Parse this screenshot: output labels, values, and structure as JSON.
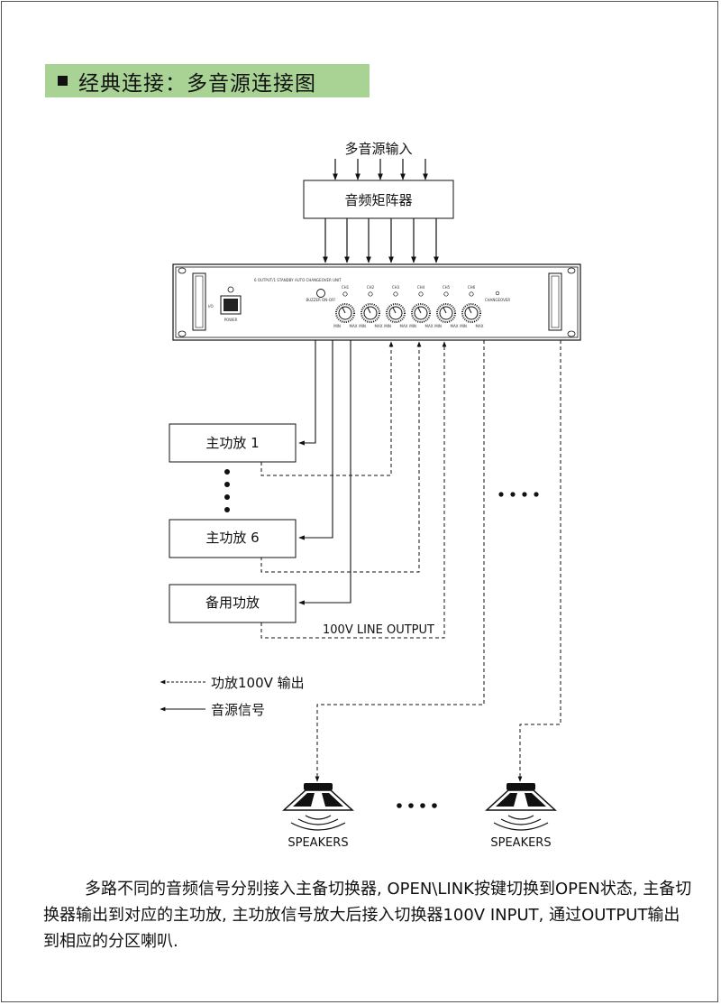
{
  "title": "经典连接：多音源连接图",
  "diagram": {
    "input_label": "多音源输入",
    "matrix_label": "音频矩阵器",
    "device": {
      "model_text": "6 OUTPUT/1 STANDBY AUTO CHANGEOVER UNIT",
      "buzzer_label": "BUZZER ON-OFF",
      "power_label": "POWER",
      "changeover_label": "CHANGEOVER",
      "channels": [
        "CH1",
        "CH2",
        "CH3",
        "CH4",
        "CH5",
        "CH6"
      ],
      "knob_min": "MIN",
      "knob_max": "MAX"
    },
    "amps": [
      "主功放 1",
      "主功放 6",
      "备用功放"
    ],
    "line_output_label": "100V LINE OUTPUT",
    "legend": {
      "dashed": "功放100V 输出",
      "solid": "音源信号"
    },
    "speaker_label": "SPEAKERS"
  },
  "paragraph": "多路不同的音频信号分别接入主备切换器, OPEN\\LINK按键切换到OPEN状态, 主备切换器输出到对应的主功放, 主功放信号放大后接入切换器100V INPUT, 通过OUTPUT输出到相应的分区喇叭."
}
